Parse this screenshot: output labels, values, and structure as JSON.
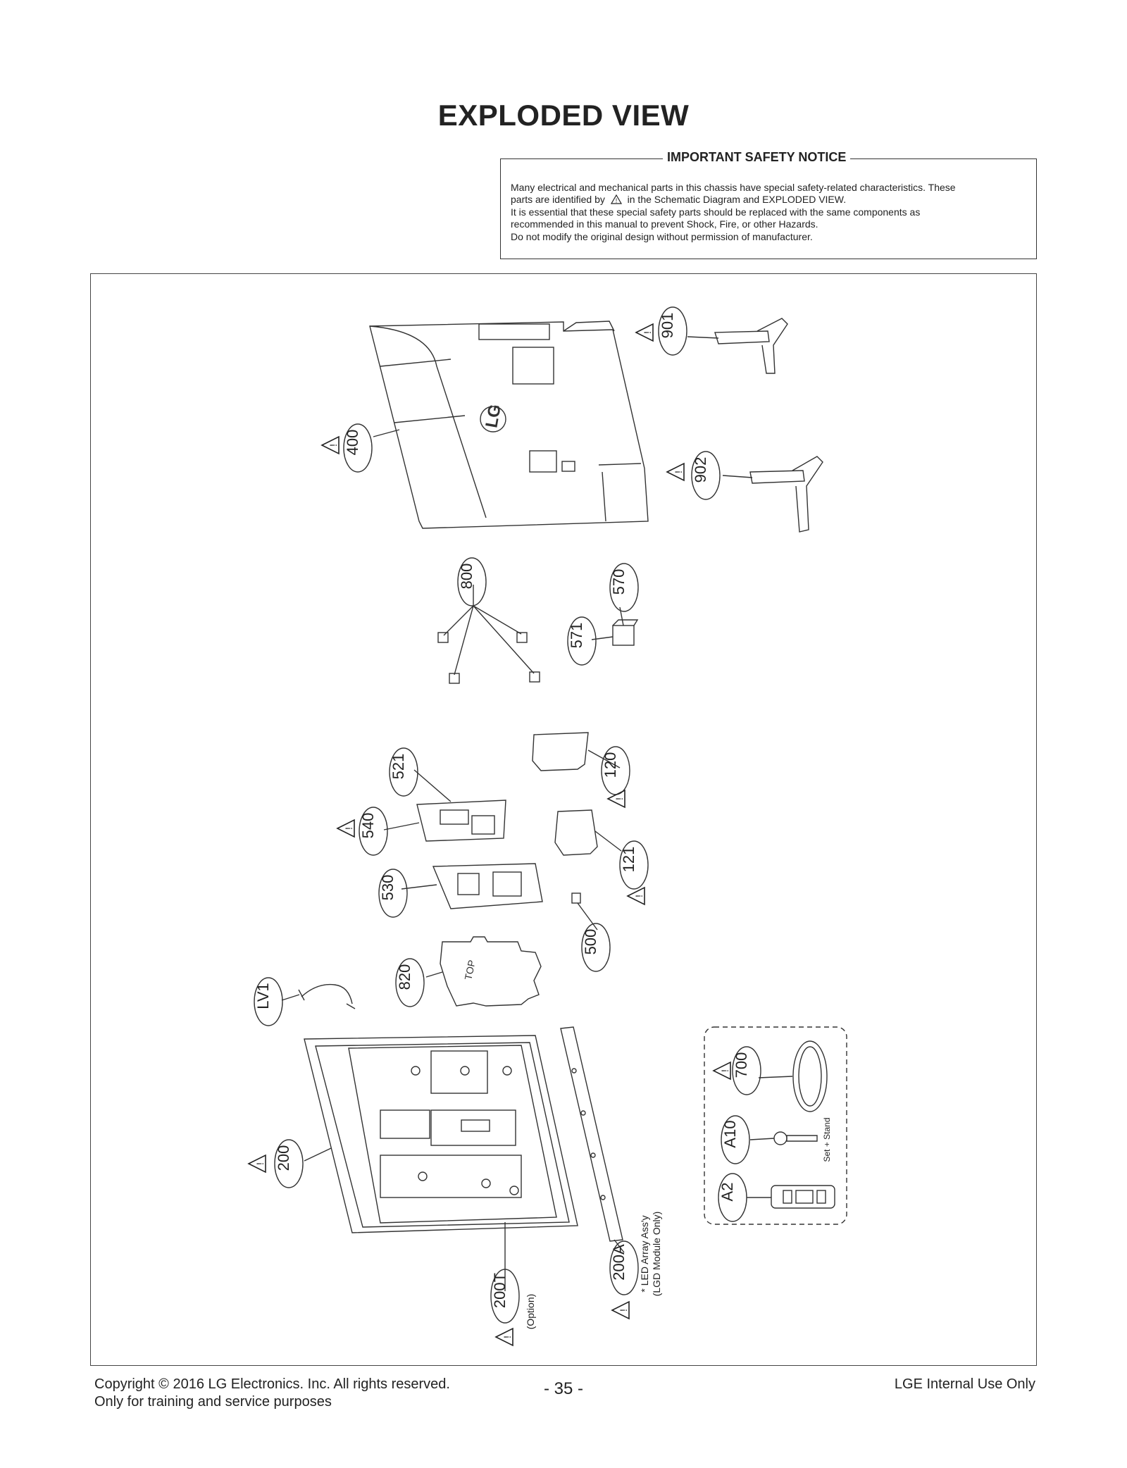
{
  "page": {
    "title": "EXPLODED VIEW",
    "page_number": "- 35 -"
  },
  "safety_notice": {
    "heading": "IMPORTANT SAFETY NOTICE",
    "line1": "Many electrical and mechanical parts in this chassis have special safety-related characteristics. These",
    "line2_before_icon": "parts are identified by",
    "line2_after_icon": "in the Schematic Diagram and EXPLODED VIEW.",
    "line3": "It is essential that these special safety parts should be replaced with the same components as",
    "line4": "recommended in this manual to prevent Shock, Fire, or other Hazards.",
    "line5": "Do not modify the original design without permission of manufacturer."
  },
  "diagram": {
    "part_labels": {
      "p901": "901",
      "p902": "902",
      "p400": "400",
      "p800": "800",
      "p570": "570",
      "p571": "571",
      "p521": "521",
      "p120": "120",
      "p540": "540",
      "p121": "121",
      "p530": "530",
      "p500": "500",
      "p820": "820",
      "pLV1": "LV1",
      "p700": "700",
      "pA10": "A10",
      "pA2": "A2",
      "p200": "200",
      "p200T": "200T",
      "p200A": "200A"
    },
    "annotations": {
      "brand": "LG",
      "option": "(Option)",
      "led_line1": "* LED Array Ass'y",
      "led_line2": "(LGD Module Only)",
      "set_stand": "Set + Stand",
      "top_mark": "TOP"
    }
  },
  "footer": {
    "copyright": "Copyright  © 2016 LG Electronics. Inc. All rights reserved.",
    "training": "Only for training and service purposes",
    "internal": "LGE Internal Use Only"
  }
}
